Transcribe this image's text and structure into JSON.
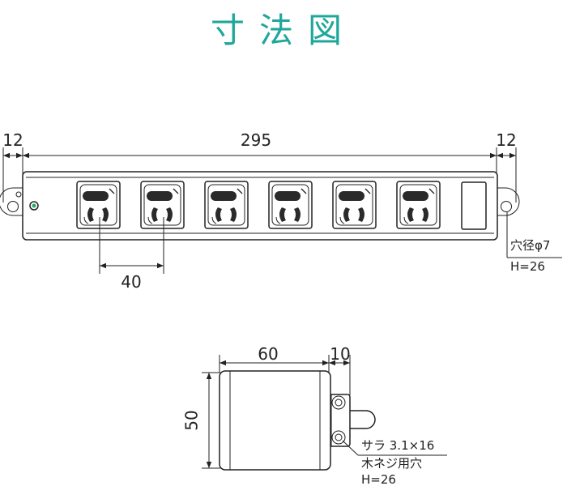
{
  "title": "寸法図",
  "top_view": {
    "dim_left": "12",
    "dim_total": "295",
    "dim_right": "12",
    "dim_pitch": "40",
    "hole_note": "穴径φ7",
    "hole_height": "H=26",
    "outlet_count": 6
  },
  "side_view": {
    "dim_width": "60",
    "dim_flange": "10",
    "dim_height": "50",
    "screw_note_1": "サラ 3.1×16",
    "screw_note_2": "木ネジ用穴",
    "screw_height": "H=26"
  }
}
